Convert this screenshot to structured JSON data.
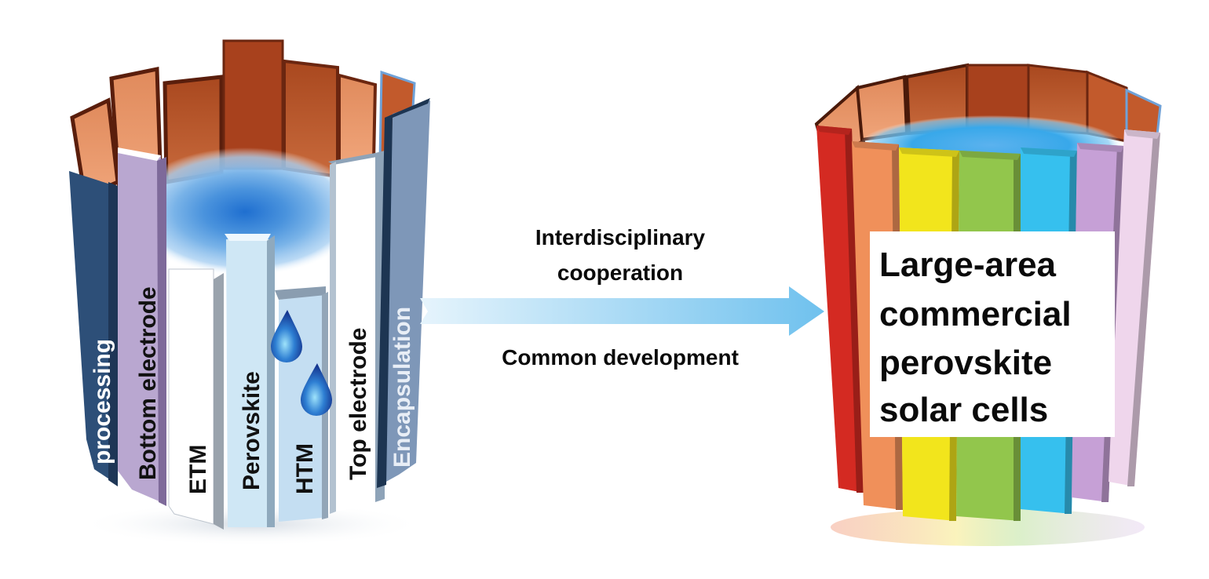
{
  "left_barrel": {
    "title": "Barrel with uneven staves",
    "staves": [
      {
        "label": "processing",
        "color": "#2d4f78",
        "text_color": "#ffffff"
      },
      {
        "label": "Bottom electrode",
        "color": "#b9a7d0",
        "text_color": "#111111"
      },
      {
        "label": "ETM",
        "color": "#ffffff",
        "text_color": "#111111"
      },
      {
        "label": "Perovskite",
        "color": "#cfe7f5",
        "text_color": "#111111"
      },
      {
        "label": "HTM",
        "color": "#c4def2",
        "text_color": "#111111"
      },
      {
        "label": "Top electrode",
        "color": "#ffffff",
        "text_color": "#111111"
      },
      {
        "label": "Encapsulation",
        "color": "#7e97b8",
        "text_color": "#e8eef6"
      }
    ],
    "leak_icons": [
      "water-drop",
      "water-drop"
    ]
  },
  "arrow": {
    "top_text_line1": "Interdisciplinary",
    "top_text_line2": "cooperation",
    "bottom_text": "Common development",
    "color": "#7ec8ef"
  },
  "right_barrel": {
    "title": "Barrel with even staves",
    "stave_colors": [
      "#d42a22",
      "#f0905a",
      "#f2e51c",
      "#92c64c",
      "#36c0ee",
      "#c6a0d6",
      "#efd6ec"
    ],
    "label_lines": [
      "Large-area",
      "commercial",
      "perovskite",
      "solar cells"
    ]
  },
  "colors": {
    "copper": "#b4532a",
    "water": "#4a90d9"
  }
}
